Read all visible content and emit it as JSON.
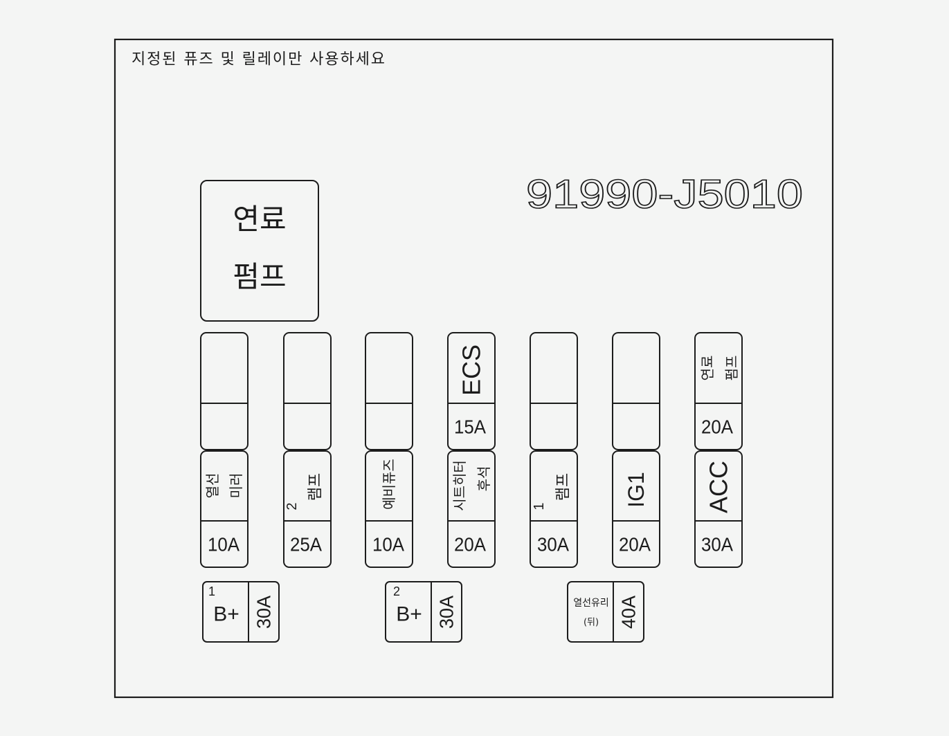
{
  "notice": "지정된 퓨즈 및 릴레이만 사용하세요",
  "part_number": "91990-J5010",
  "relay": {
    "label_lines": [
      "연료",
      "펌프"
    ]
  },
  "fuse_columns": [
    {
      "upper": {},
      "lower": {
        "label_lines": [
          "열선",
          "미러"
        ],
        "rating": "10A"
      }
    },
    {
      "upper": {},
      "lower": {
        "label_lines": [
          "2",
          "램프"
        ],
        "rating": "25A"
      }
    },
    {
      "upper": {},
      "lower": {
        "label_lines": [
          "예비퓨즈"
        ],
        "rating": "10A"
      }
    },
    {
      "upper": {
        "label_lines": [
          "ECS"
        ],
        "rating": "15A"
      },
      "lower": {
        "label_lines": [
          "시트히터",
          "후석"
        ],
        "rating": "20A"
      }
    },
    {
      "upper": {},
      "lower": {
        "label_lines": [
          "1",
          "램프"
        ],
        "rating": "30A"
      }
    },
    {
      "upper": {},
      "lower": {
        "label_lines": [
          "IG1"
        ],
        "rating": "20A"
      }
    },
    {
      "upper": {
        "label_lines": [
          "연료",
          "펌프"
        ],
        "rating": "20A"
      },
      "lower": {
        "label_lines": [
          "ACC"
        ],
        "rating": "30A"
      }
    }
  ],
  "cartridge_fuses": [
    {
      "number": "1",
      "label": "B+",
      "rating": "30A"
    },
    {
      "number": "2",
      "label": "B+",
      "rating": "30A"
    },
    {
      "label_lines": [
        "열선유리",
        "(뒤)"
      ],
      "rating": "40A"
    }
  ]
}
